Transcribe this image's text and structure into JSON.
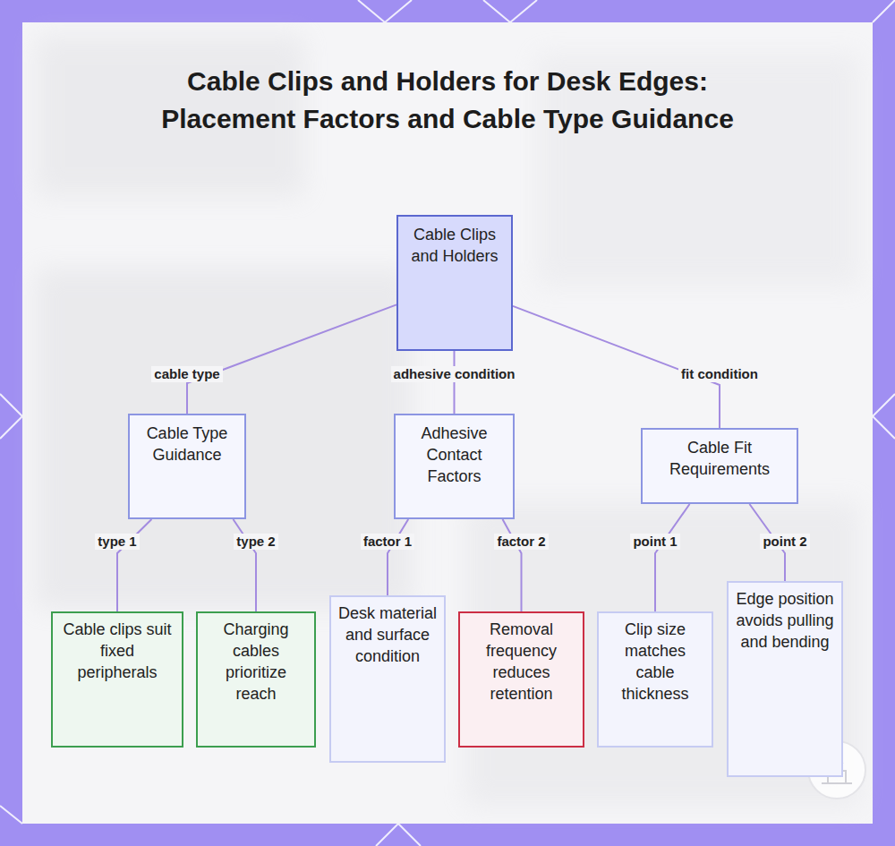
{
  "diagram": {
    "title": "Cable Clips and Holders for Desk Edges: Placement Factors and Cable Type Guidance",
    "nodes": [
      {
        "text": [
          "Cable Clips and Holders"
        ]
      },
      {
        "text": [
          "Cable Type Guidance"
        ]
      },
      {
        "text": [
          "Adhesive Contact Factors"
        ]
      },
      {
        "text": [
          "Cable Fit Requirements"
        ]
      },
      {
        "text": [
          "Cable clips suit fixed peripherals"
        ]
      },
      {
        "text": [
          "Charging cables prioritize reach"
        ]
      },
      {
        "text": [
          "Desk material and surface condition"
        ]
      },
      {
        "text": [
          "Removal frequency reduces retention"
        ]
      },
      {
        "text": [
          "Clip size matches cable thickness"
        ]
      },
      {
        "text": [
          "Edge position avoids pulling and bending"
        ]
      }
    ],
    "edges": [
      {
        "from": 0,
        "to": 1,
        "arrow": "none",
        "label": "cable type"
      },
      {
        "from": 0,
        "to": 2,
        "arrow": "none",
        "label": "adhesive condition"
      },
      {
        "from": 0,
        "to": 3,
        "arrow": "none",
        "label": "fit condition"
      },
      {
        "from": 1,
        "to": 4,
        "arrow": "none",
        "label": "type 1"
      },
      {
        "from": 1,
        "to": 5,
        "arrow": "none",
        "label": "type 2"
      },
      {
        "from": 2,
        "to": 6,
        "arrow": "none",
        "label": "factor 1"
      },
      {
        "from": 2,
        "to": 7,
        "arrow": "none",
        "label": "factor 2"
      },
      {
        "from": 3,
        "to": 8,
        "arrow": "none",
        "label": "point 1"
      },
      {
        "from": 3,
        "to": 9,
        "arrow": "none",
        "label": "point 2"
      }
    ]
  }
}
